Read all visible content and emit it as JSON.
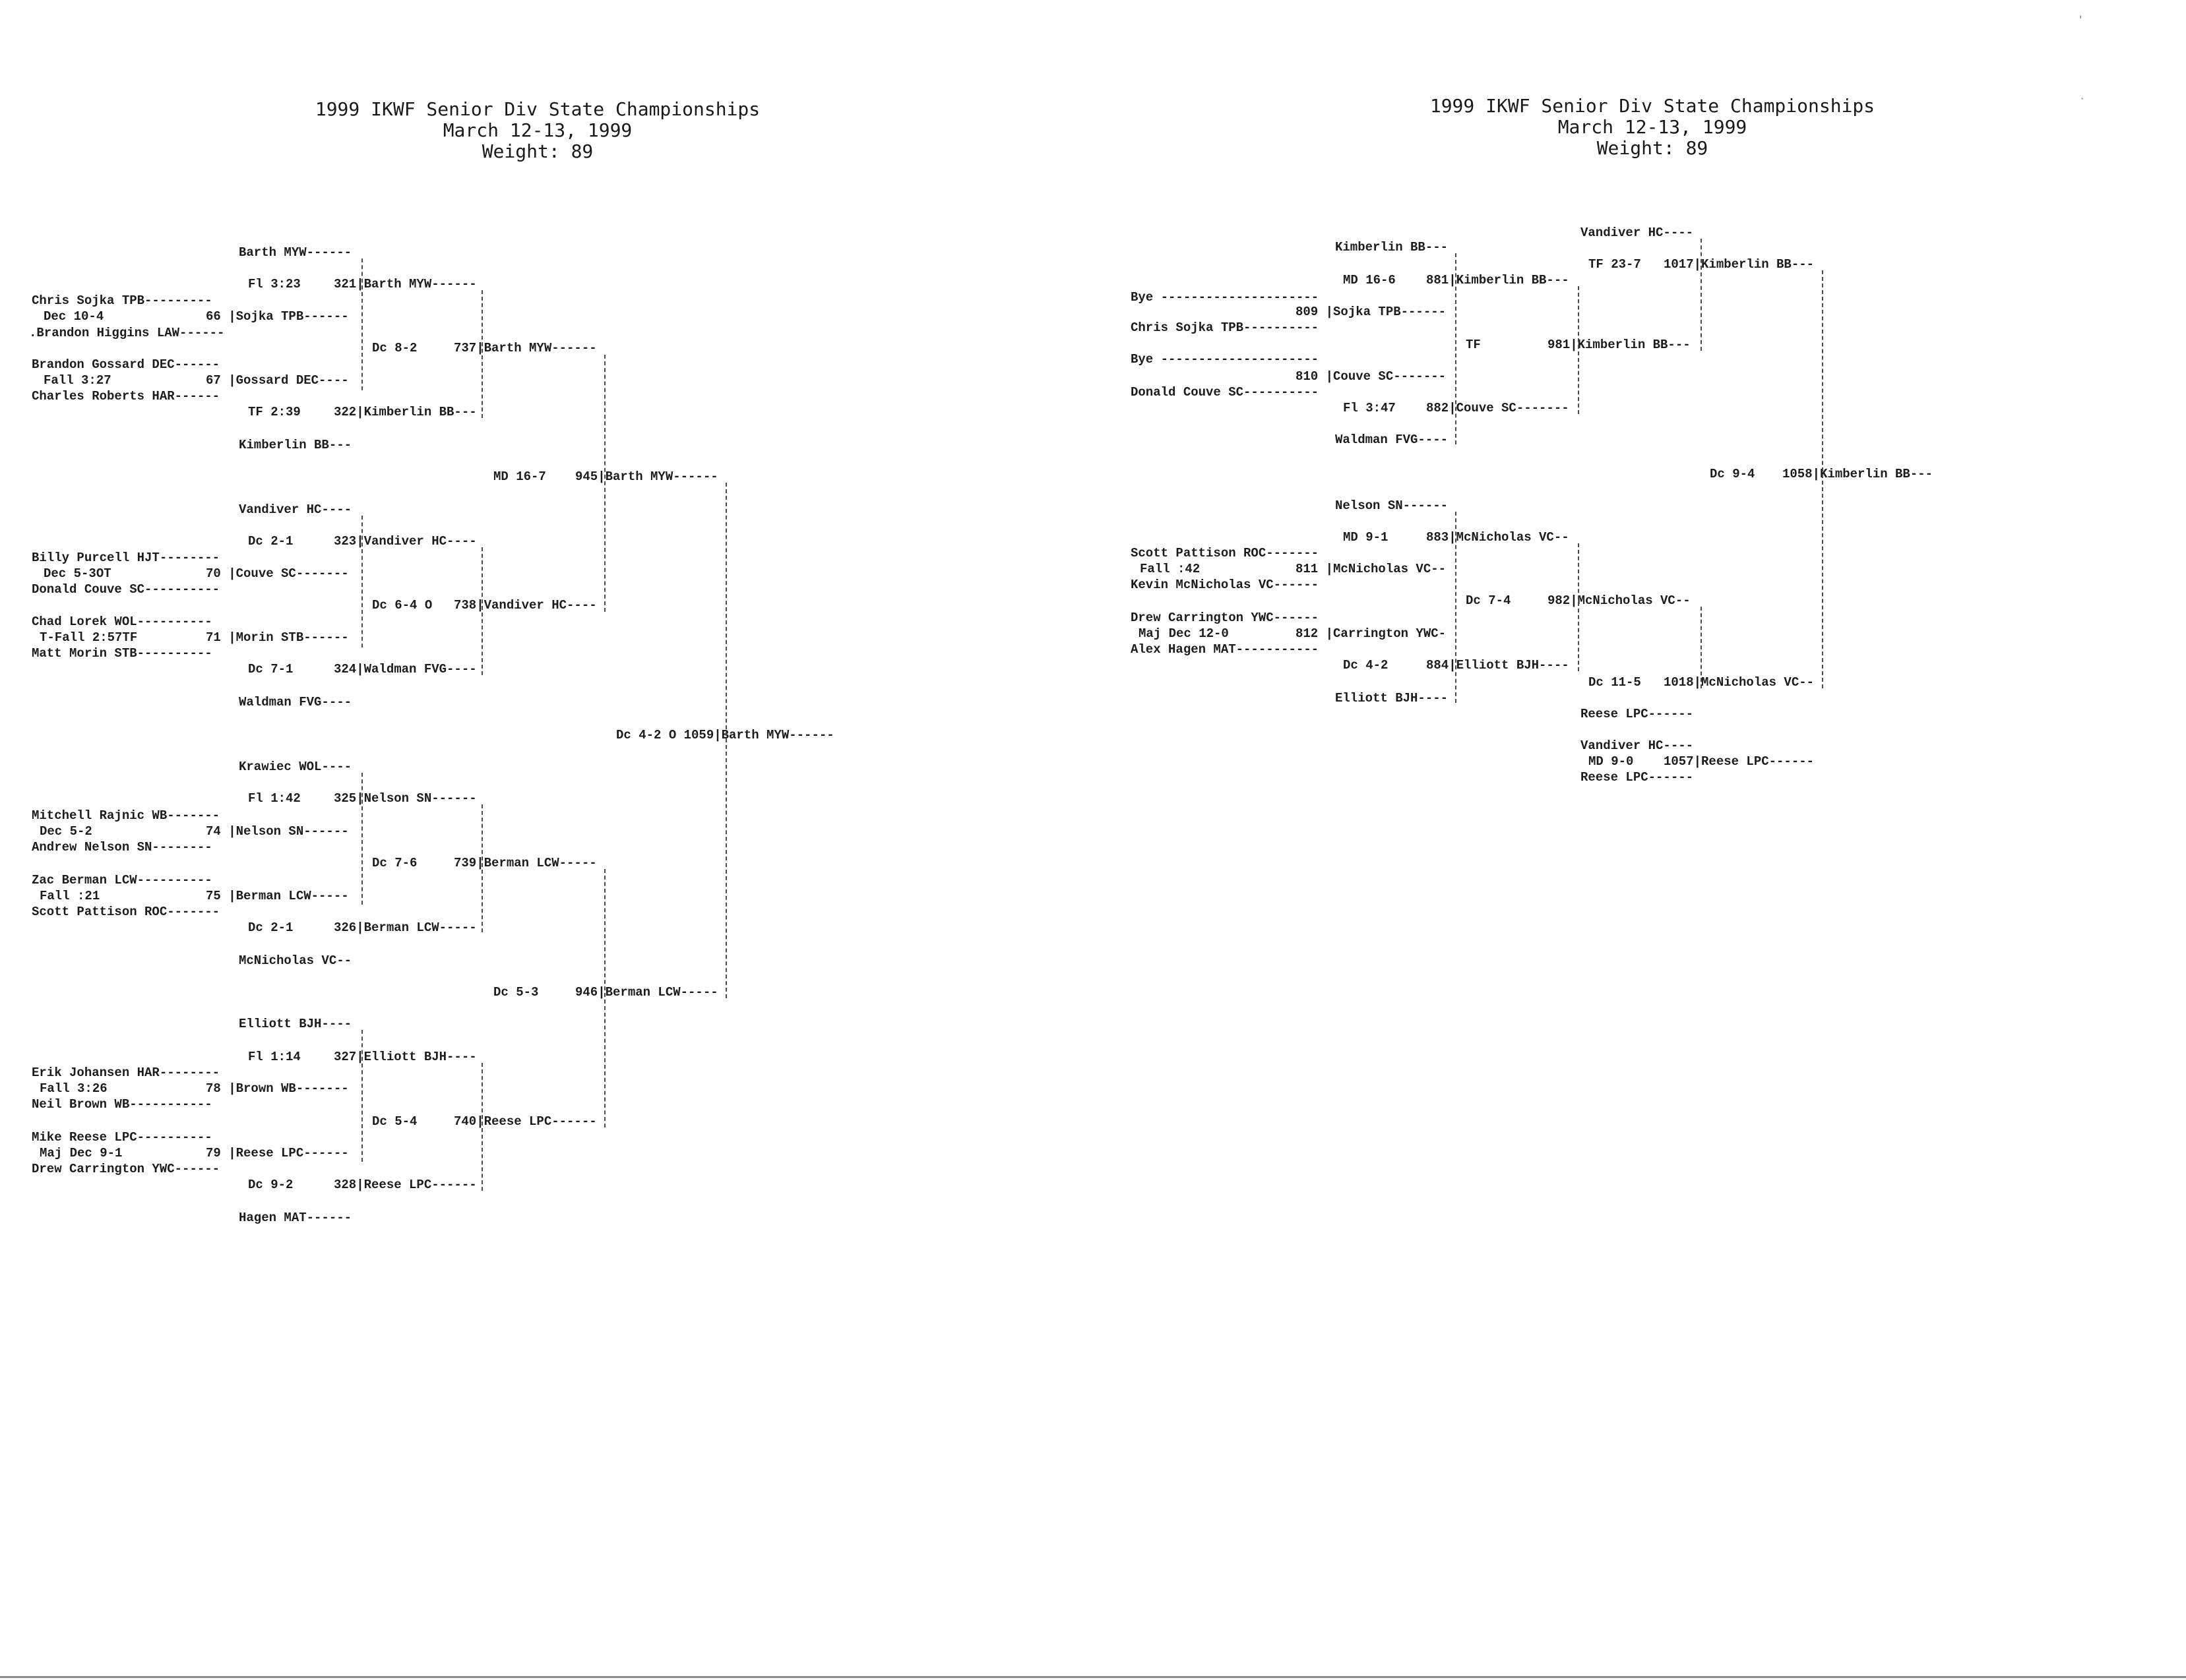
{
  "header": {
    "title": "1999 IKWF Senior Div State Championships",
    "dates": "March 12-13, 1999",
    "weight": "Weight:  89"
  },
  "left": {
    "r1": [
      "Chris Sojka TPB---------",
      "Dec 10-4",
      "66 |Sojka TPB------",
      ".Brandon Higgins LAW------",
      "Brandon Gossard DEC------",
      "Fall 3:27",
      "67 |Gossard DEC----",
      "Charles Roberts HAR------",
      "Billy Purcell HJT--------",
      "Dec 5-3OT",
      "70 |Couve SC-------",
      "Donald Couve SC----------",
      "Chad Lorek WOL----------",
      "T-Fall 2:57TF",
      "71 |Morin STB------",
      "Matt Morin STB----------",
      "Mitchell Rajnic WB-------",
      "Dec 5-2",
      "74 |Nelson SN------",
      "Andrew Nelson SN--------",
      "Zac Berman LCW----------",
      "Fall :21",
      "75 |Berman LCW-----",
      "Scott Pattison ROC-------",
      "Erik Johansen HAR--------",
      "Fall 3:26",
      "78 |Brown WB-------",
      "Neil Brown WB-----------",
      "Mike Reese LPC----------",
      "Maj Dec 9-1",
      "79 |Reese LPC------",
      "Drew Carrington YWC------"
    ],
    "seeds": [
      "Barth MYW------",
      "Kimberlin BB---",
      "Vandiver HC----",
      "Waldman FVG----",
      "Krawiec WOL----",
      "McNicholas VC--",
      "Elliott BJH----",
      "Hagen MAT------"
    ],
    "r2": [
      "Fl 3:23",
      "321|Barth MYW------",
      "TF 2:39",
      "322|Kimberlin BB---",
      "Dc 2-1",
      "323|Vandiver HC----",
      "Dc 7-1",
      "324|Waldman FVG----",
      "Fl 1:42",
      "325|Nelson SN------",
      "Dc 2-1",
      "326|Berman LCW-----",
      "Fl 1:14",
      "327|Elliott BJH----",
      "Dc 9-2",
      "328|Reese LPC------"
    ],
    "r3": [
      "Dc 8-2",
      "737|Barth MYW------",
      "Dc 6-4 O",
      "738|Vandiver HC----",
      "Dc 7-6",
      "739|Berman LCW-----",
      "Dc 5-4",
      "740|Reese LPC------"
    ],
    "r4": [
      "MD 16-7",
      "945|Barth MYW------",
      "Dc 5-3",
      "946|Berman LCW-----"
    ],
    "final": [
      "Dc 4-2 O 1059|Barth MYW------"
    ]
  },
  "right": {
    "top": [
      "Kimberlin BB---",
      "Bye ---------------------",
      "MD 16-6",
      "881|Kimberlin BB---",
      "809 |Sojka TPB------",
      "Chris Sojka TPB----------",
      "Bye ---------------------",
      "810 |Couve SC-------",
      "Donald Couve SC----------",
      "Fl 3:47",
      "882|Couve SC-------",
      "Waldman FVG----",
      "TF",
      "981|Kimberlin BB---",
      "Vandiver HC----",
      "TF 23-7",
      "1017|Kimberlin BB---",
      "Dc 9-4",
      "1058|Kimberlin BB---"
    ],
    "bottom": [
      "Nelson SN------",
      "MD 9-1",
      "883|McNicholas VC--",
      "Scott Pattison ROC-------",
      "Fall :42",
      "811 |McNicholas VC--",
      "Kevin McNicholas VC------",
      "Drew Carrington YWC------",
      "Maj Dec 12-0",
      "812 |Carrington YWC-",
      "Alex Hagen MAT-----------",
      "Dc 4-2",
      "884|Elliott BJH----",
      "Elliott BJH----",
      "Dc 7-4",
      "982|McNicholas VC--",
      "Dc 11-5",
      "1018|McNicholas VC--",
      "Reese LPC------"
    ],
    "fifth": [
      "Vandiver HC----",
      "MD 9-0",
      "1057|Reese LPC------",
      "Reese LPC------"
    ]
  }
}
